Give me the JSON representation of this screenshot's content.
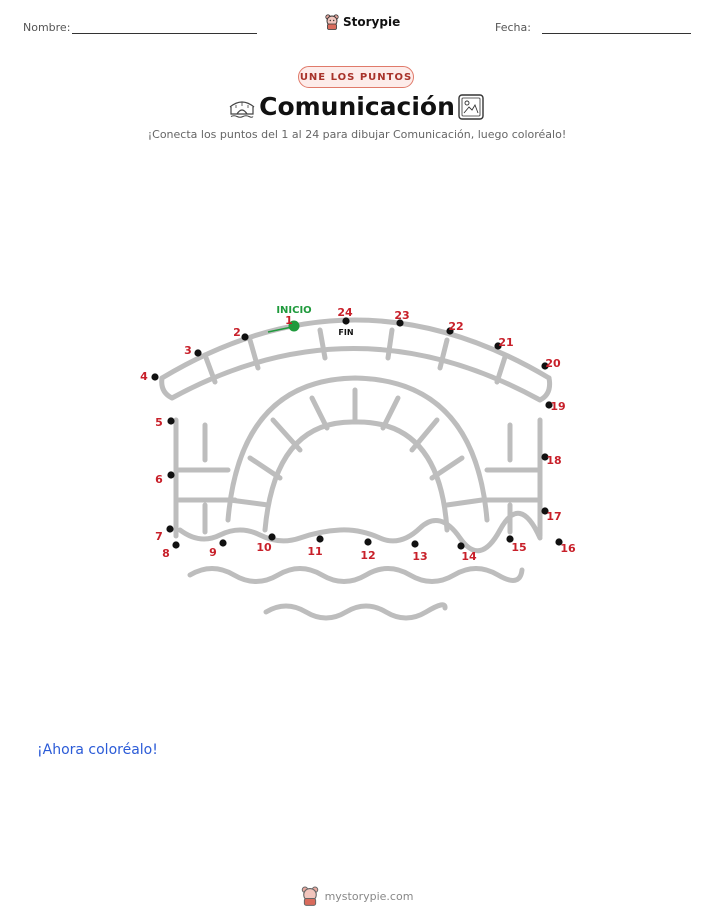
{
  "header": {
    "name_label": "Nombre:",
    "date_label": "Fecha:",
    "brand_name": "Storypie"
  },
  "badge": "UNE LOS PUNTOS",
  "title": "Comunicación",
  "subtitle": "¡Conecta los puntos del 1 al 24 para dibujar Comunicación, luego coloréalo!",
  "puzzle": {
    "start_label": "INICIO",
    "end_label": "FIN",
    "points": [
      {
        "n": "1"
      },
      {
        "n": "2"
      },
      {
        "n": "3"
      },
      {
        "n": "4"
      },
      {
        "n": "5"
      },
      {
        "n": "6"
      },
      {
        "n": "7"
      },
      {
        "n": "8"
      },
      {
        "n": "9"
      },
      {
        "n": "10"
      },
      {
        "n": "11"
      },
      {
        "n": "12"
      },
      {
        "n": "13"
      },
      {
        "n": "14"
      },
      {
        "n": "15"
      },
      {
        "n": "16"
      },
      {
        "n": "17"
      },
      {
        "n": "18"
      },
      {
        "n": "19"
      },
      {
        "n": "20"
      },
      {
        "n": "21"
      },
      {
        "n": "22"
      },
      {
        "n": "23"
      },
      {
        "n": "24"
      }
    ]
  },
  "color_prompt": "¡Ahora coloréalo!",
  "footer": {
    "site": "mystorypie.com"
  },
  "colors": {
    "number": "#c8202a",
    "start": "#1f9a3c",
    "outline": "#bdbdbd",
    "link": "#2b5bd7"
  }
}
